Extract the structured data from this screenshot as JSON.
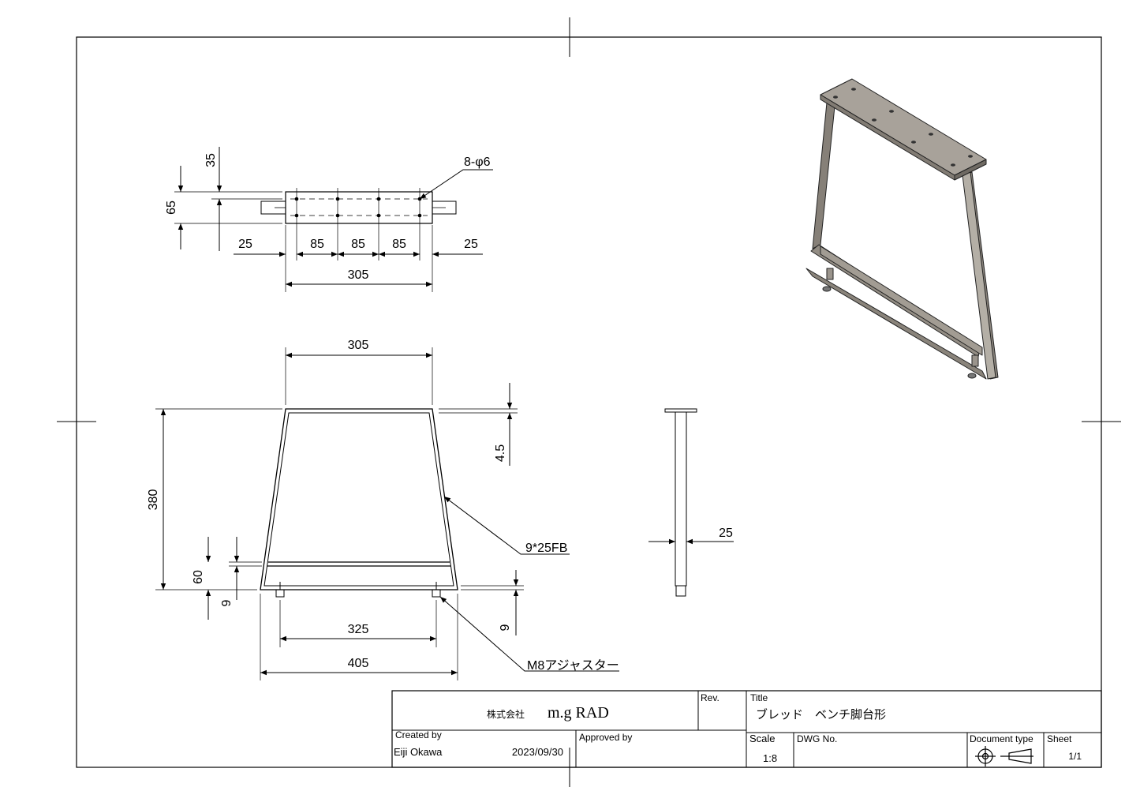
{
  "dimensions": {
    "top_view": {
      "d35": "35",
      "d65": "65",
      "holes": "8-φ6",
      "d25_left": "25",
      "d85_a": "85",
      "d85_b": "85",
      "d85_c": "85",
      "d25_right": "25",
      "d305": "305"
    },
    "front_view": {
      "top_width": "305",
      "plate_thickness": "4.5",
      "height": "380",
      "bar_label": "9*25FB",
      "d60": "60",
      "d9_left": "9",
      "d9_right": "9",
      "adjuster_spacing": "325",
      "bottom_width": "405",
      "adjuster_label": "M8アジャスター"
    },
    "side_view": {
      "width": "25"
    }
  },
  "title_block": {
    "company_prefix": "株式会社",
    "company_name": "m.g RAD",
    "rev_label": "Rev.",
    "title_label": "Title",
    "title_value": "ブレッド　ベンチ脚台形",
    "created_by_label": "Created by",
    "created_by_value": "Eiji Okawa",
    "date": "2023/09/30",
    "approved_by_label": "Approved by",
    "scale_label": "Scale",
    "scale_value": "1:8",
    "dwg_no_label": "DWG No.",
    "document_type_label": "Document type",
    "sheet_label": "Sheet",
    "sheet_value": "1/1"
  }
}
